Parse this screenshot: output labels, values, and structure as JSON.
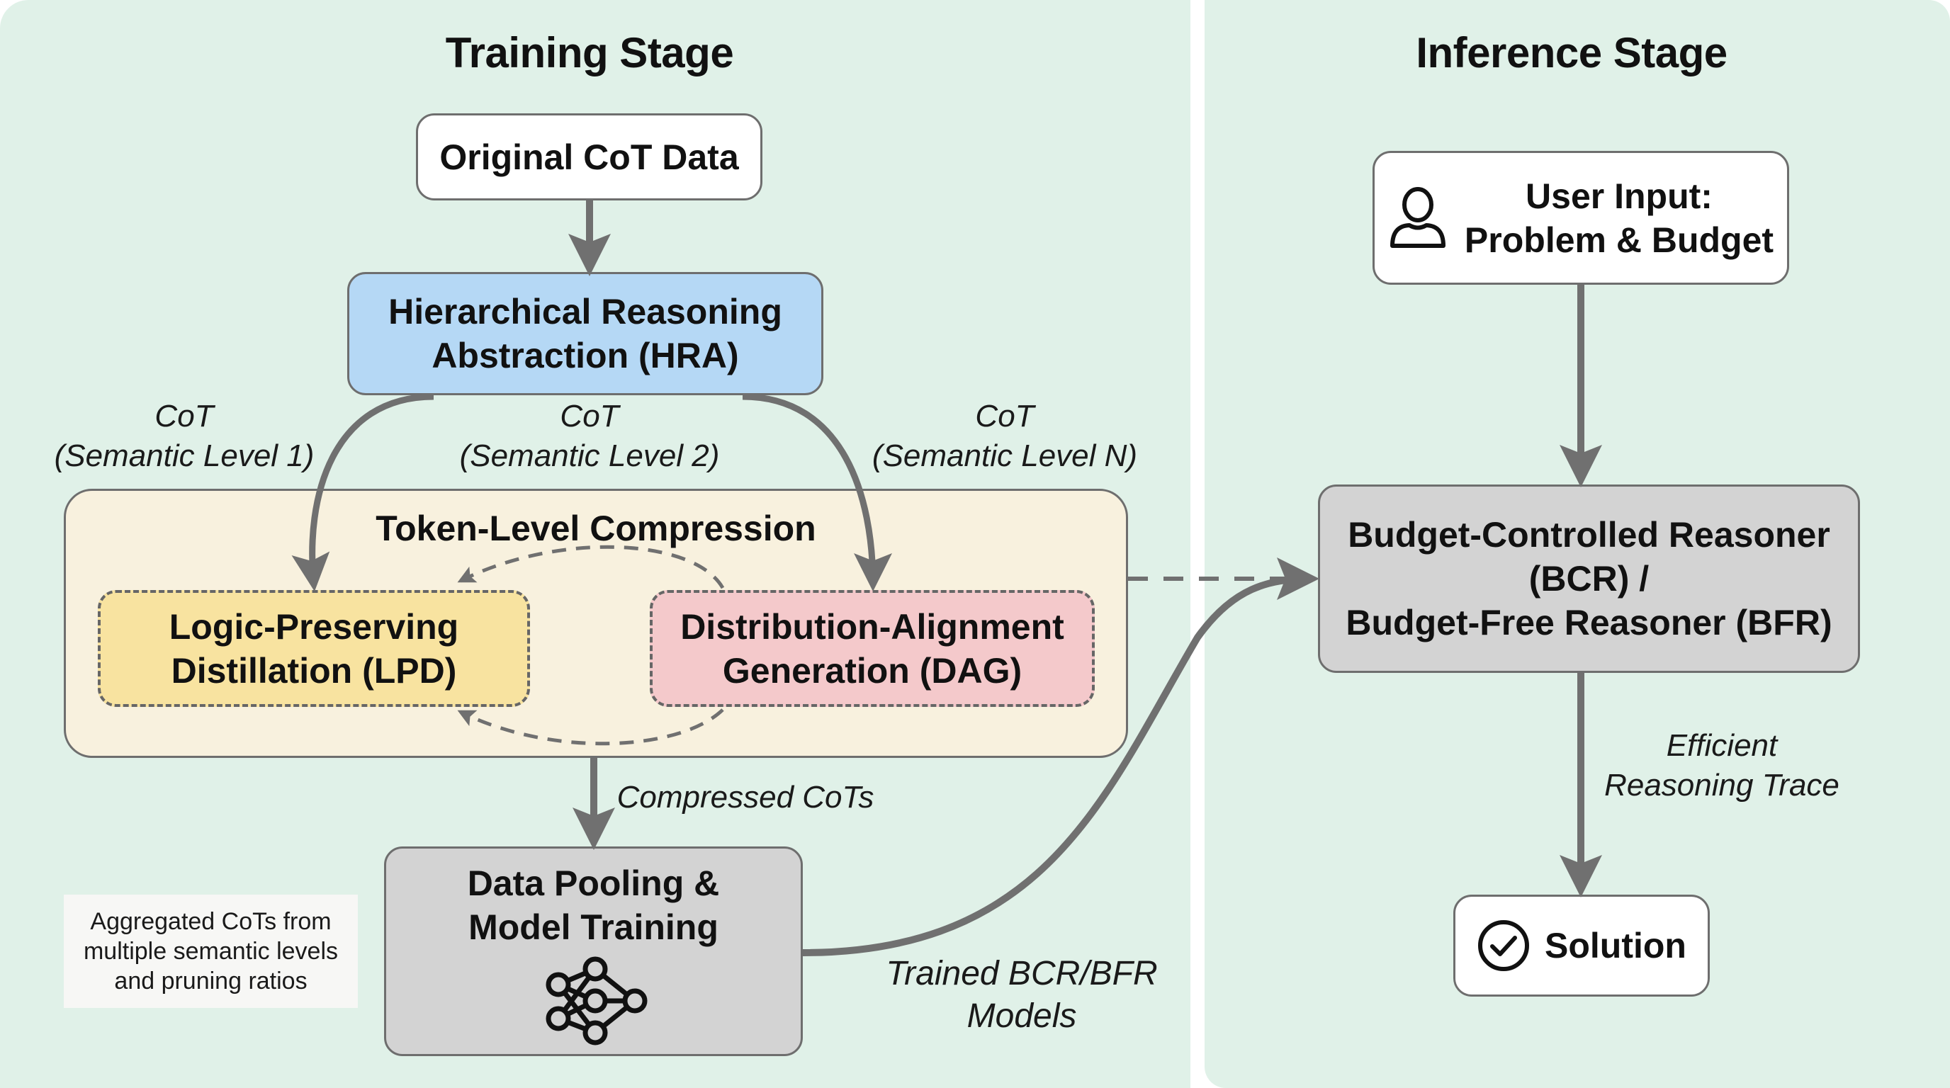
{
  "training": {
    "title": "Training Stage",
    "original_cot": "Original CoT Data",
    "hra": {
      "line1": "Hierarchical Reasoning",
      "line2": "Abstraction (HRA)"
    },
    "branch_labels": [
      {
        "line1": "CoT",
        "line2": "(Semantic Level 1)"
      },
      {
        "line1": "CoT",
        "line2": "(Semantic Level 2)"
      },
      {
        "line1": "CoT",
        "line2": "(Semantic Level N)"
      }
    ],
    "token_compression": {
      "title": "Token-Level Compression",
      "lpd": {
        "line1": "Logic-Preserving",
        "line2": "Distillation (LPD)"
      },
      "dag": {
        "line1": "Distribution-Alignment",
        "line2": "Generation (DAG)"
      }
    },
    "compressed_label": "Compressed CoTs",
    "data_pooling": {
      "line1": "Data Pooling &",
      "line2": "Model Training",
      "icon": "neural-network-icon"
    },
    "note": {
      "line1": "Aggregated CoTs from",
      "line2": "multiple semantic levels",
      "line3": "and pruning ratios"
    },
    "trained_label": {
      "line1": "Trained BCR/BFR",
      "line2": "Models"
    }
  },
  "inference": {
    "title": "Inference Stage",
    "user_input": {
      "line1": "User Input:",
      "line2": "Problem & Budget",
      "icon": "user-icon"
    },
    "reasoner": {
      "line1": "Budget-Controlled Reasoner",
      "line2": "(BCR) /",
      "line3": "Budget-Free Reasoner (BFR)"
    },
    "trace_label": {
      "line1": "Efficient",
      "line2": "Reasoning Trace"
    },
    "solution": {
      "label": "Solution",
      "icon": "check-circle-icon"
    }
  },
  "colors": {
    "panel_bg": "#e0f1e8",
    "hra": "#b5d8f5",
    "lpd": "#f8e3a0",
    "dag": "#f4c9cb",
    "compression_bg": "#f8f1de",
    "gray_box": "#d3d3d3",
    "arrow": "#707070"
  }
}
